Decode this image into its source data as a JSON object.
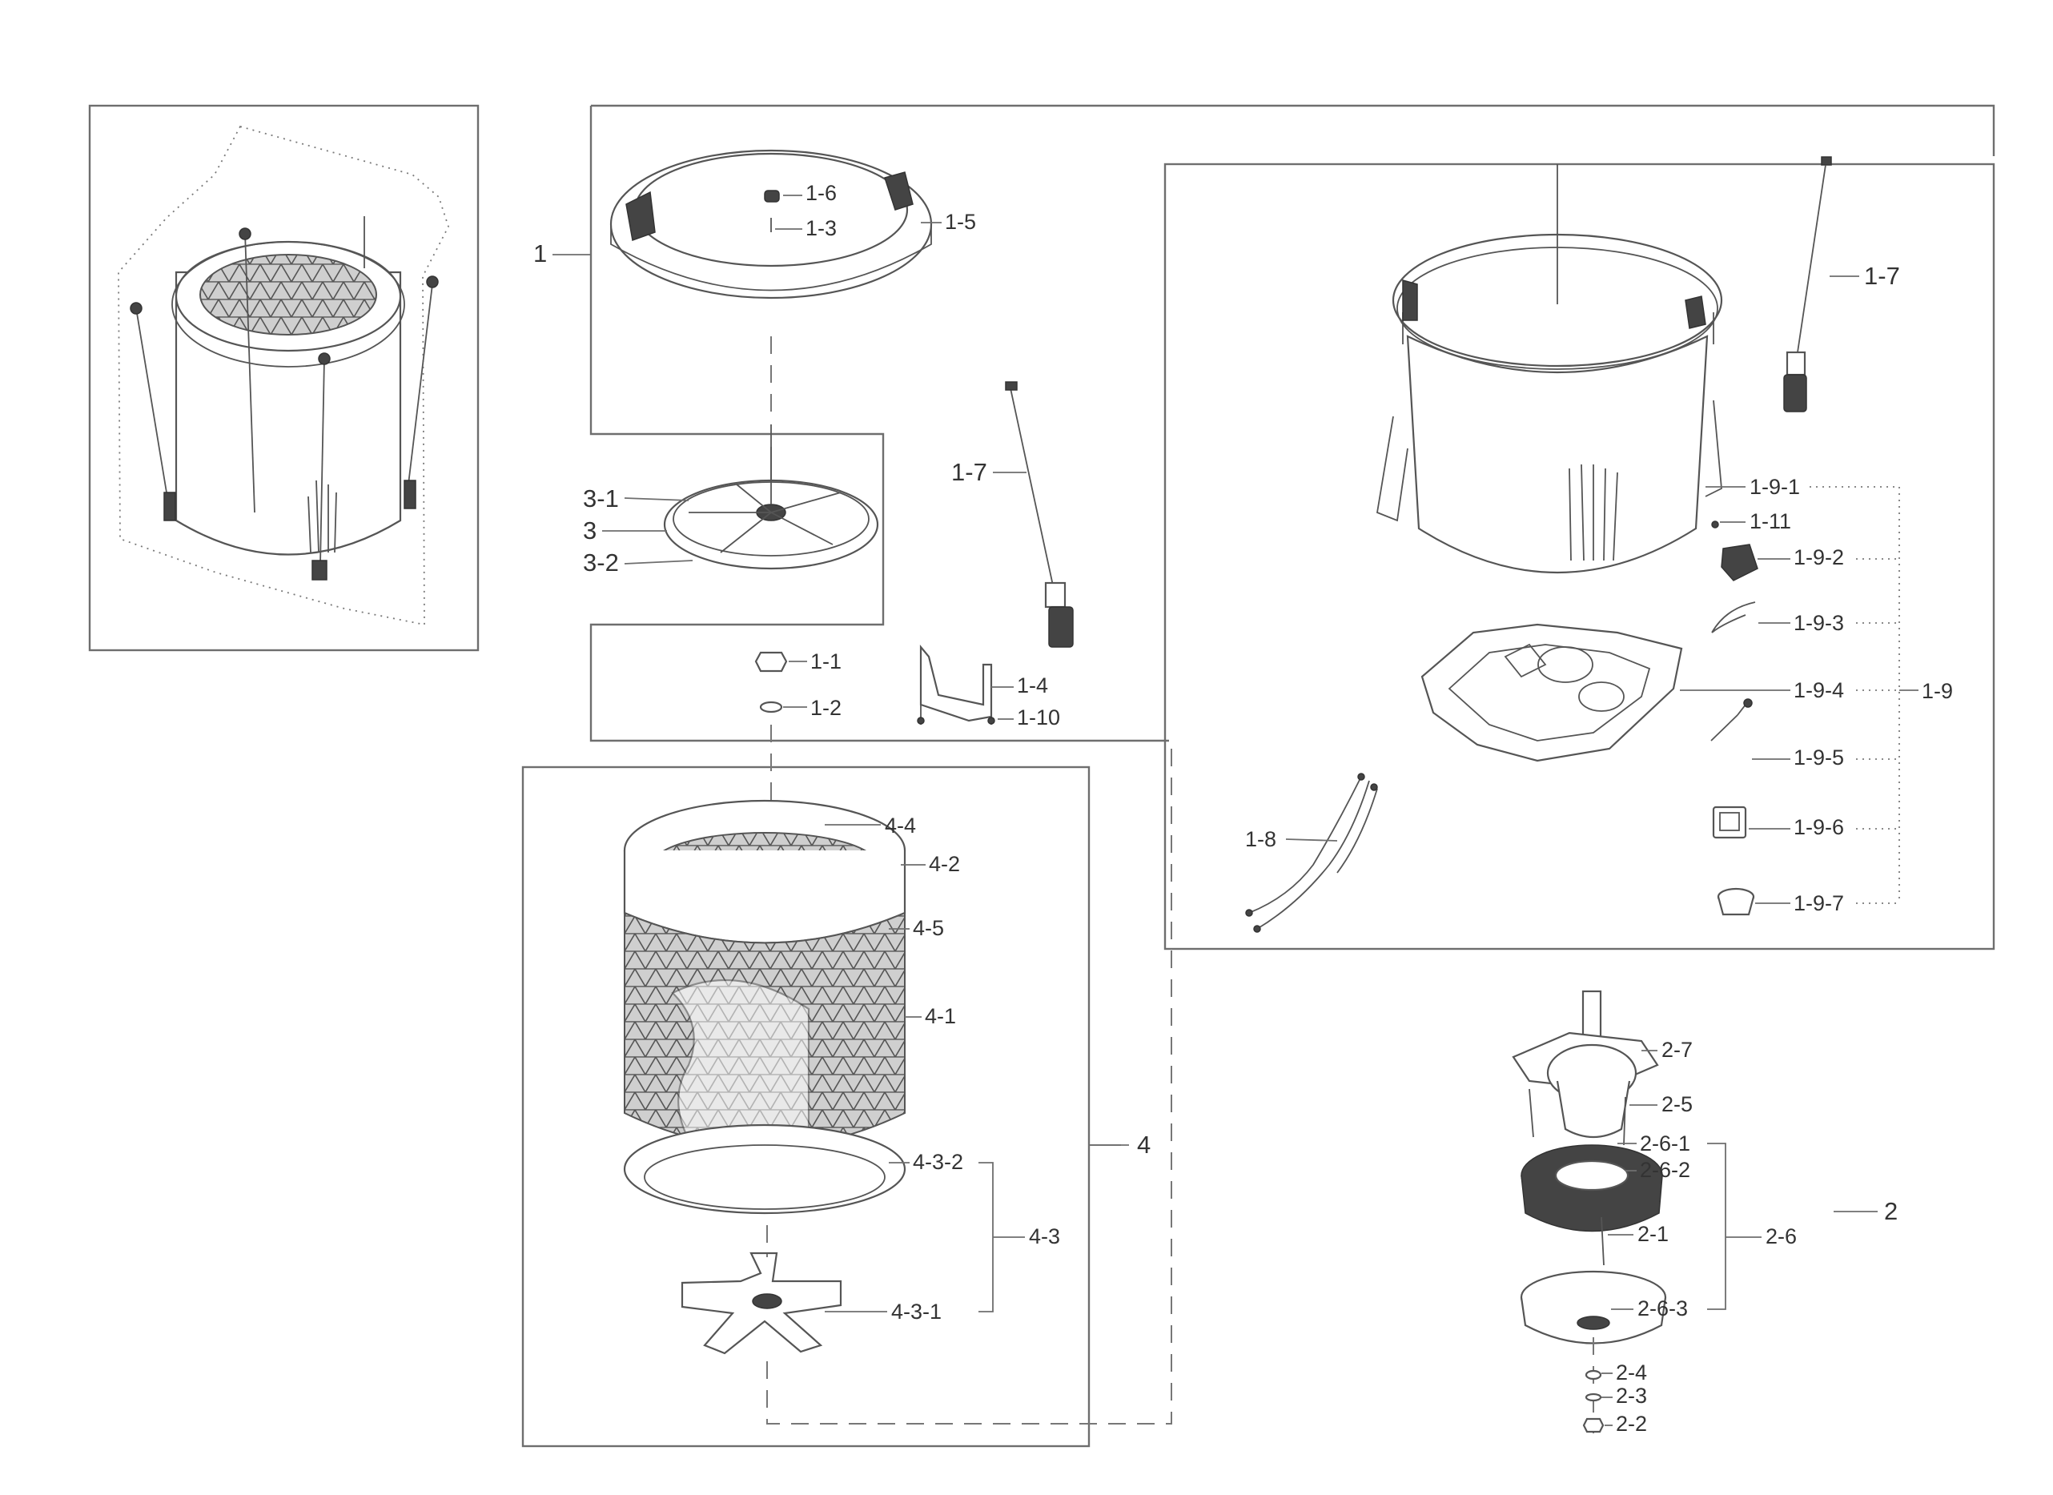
{
  "callouts": {
    "c1": "1",
    "c1_1": "1-1",
    "c1_2": "1-2",
    "c1_3": "1-3",
    "c1_4": "1-4",
    "c1_5": "1-5",
    "c1_6": "1-6",
    "c1_7a": "1-7",
    "c1_7b": "1-7",
    "c1_8": "1-8",
    "c1_9": "1-9",
    "c1_9_1": "1-9-1",
    "c1_9_2": "1-9-2",
    "c1_9_3": "1-9-3",
    "c1_9_4": "1-9-4",
    "c1_9_5": "1-9-5",
    "c1_9_6": "1-9-6",
    "c1_9_7": "1-9-7",
    "c1_10": "1-10",
    "c1_11": "1-11",
    "c2": "2",
    "c2_1": "2-1",
    "c2_2": "2-2",
    "c2_3": "2-3",
    "c2_4": "2-4",
    "c2_5": "2-5",
    "c2_6": "2-6",
    "c2_6_1": "2-6-1",
    "c2_6_2": "2-6-2",
    "c2_6_3": "2-6-3",
    "c2_7": "2-7",
    "c3": "3",
    "c3_1": "3-1",
    "c3_2": "3-2",
    "c4": "4",
    "c4_1": "4-1",
    "c4_2": "4-2",
    "c4_3": "4-3",
    "c4_3_1": "4-3-1",
    "c4_3_2": "4-3-2",
    "c4_4": "4-4",
    "c4_5": "4-5"
  },
  "icons": {
    "overview": "washer-tub-assembly-overview",
    "tub_cover": "tub-cover-ring",
    "pulsator": "pulsator-disc",
    "suspension_rod": "suspension-rod",
    "outer_tub": "outer-tub",
    "inner_basket": "inner-basket",
    "flange": "basket-flange",
    "tub_base": "tub-base",
    "wire_harness": "wire-harness",
    "motor": "motor-assembly",
    "stator": "stator",
    "rotor": "rotor"
  },
  "colors": {
    "line": "#6e6e6e",
    "part_fill": "#f4f4f4",
    "text": "#333333"
  }
}
